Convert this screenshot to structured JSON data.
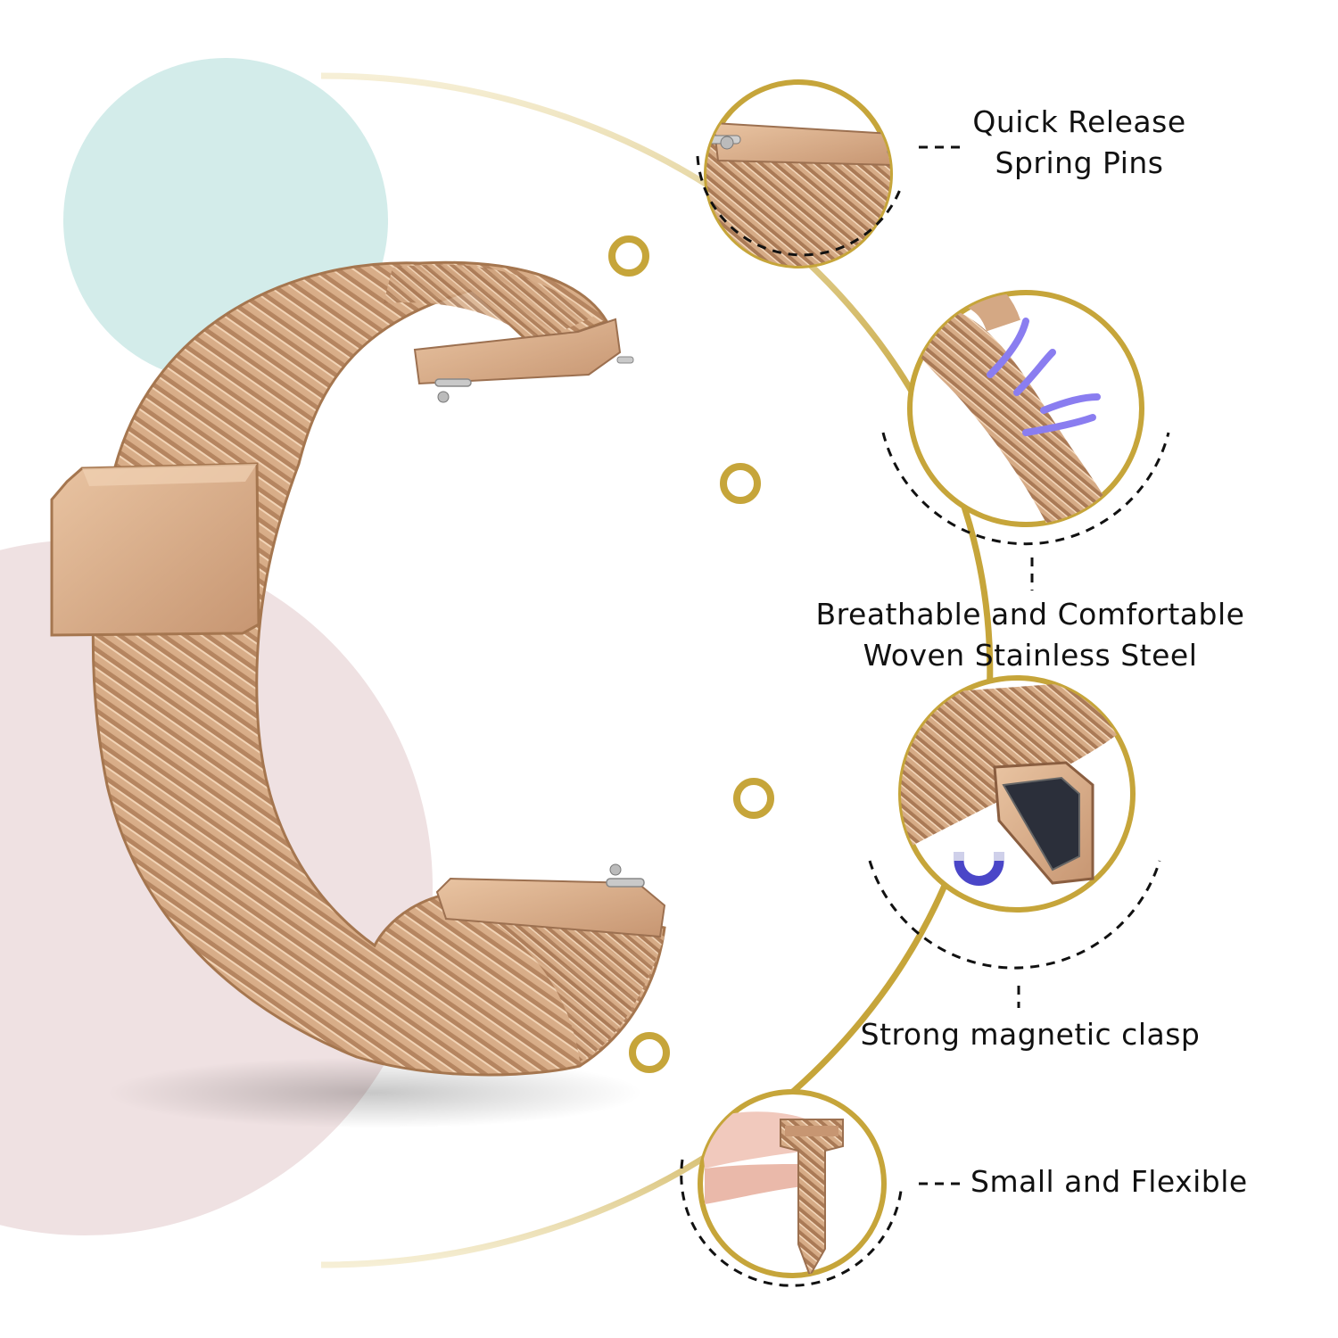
{
  "colors": {
    "gold_ring": "#c6a53a",
    "rose_gold": "#d4a884",
    "rose_gold_dark": "#9c7050",
    "mint_circle": "#d3ecea",
    "pink_circle": "#efe1e2",
    "arrow_purple": "#8a7df0",
    "label_text": "#111111"
  },
  "features": [
    {
      "id": "pins",
      "lines": [
        "Quick Release",
        "Spring Pins"
      ],
      "icon": "spring-pin-icon"
    },
    {
      "id": "breath",
      "lines": [
        "Breathable and Comfortable",
        "Woven Stainless Steel"
      ],
      "icon": "airflow-arrows-icon"
    },
    {
      "id": "clasp",
      "lines": [
        "Strong magnetic clasp"
      ],
      "icon": "magnet-icon"
    },
    {
      "id": "flex",
      "lines": [
        "Small and Flexible"
      ],
      "icon": "finger-hold-icon"
    }
  ]
}
